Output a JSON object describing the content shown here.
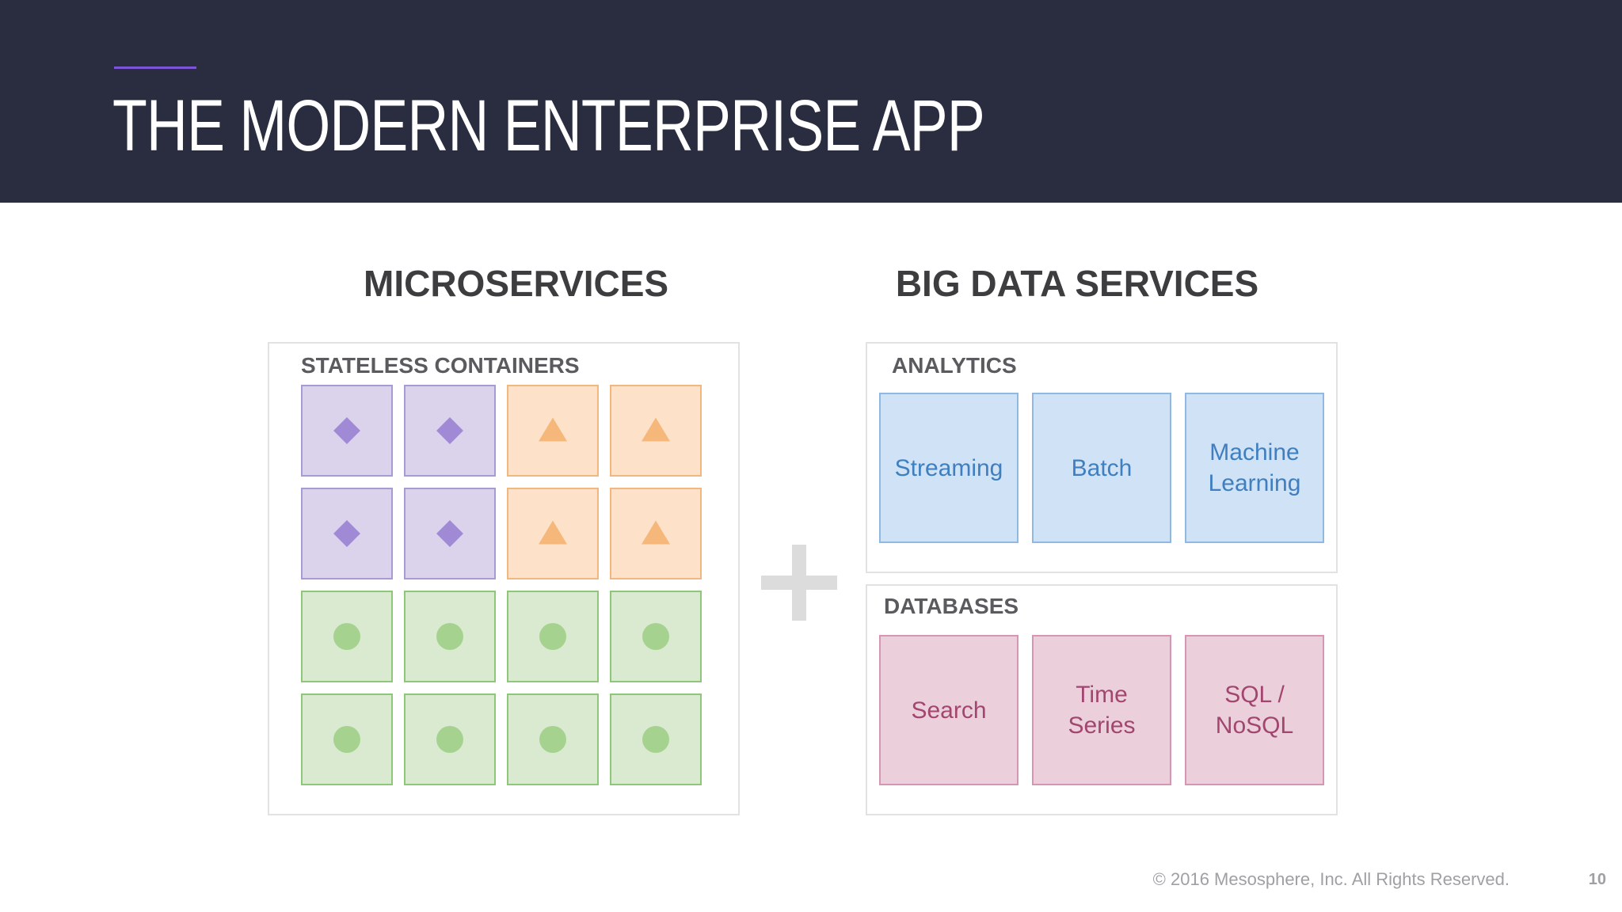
{
  "slide": {
    "title": "THE MODERN ENTERPRISE APP",
    "accent_color": "#7c55d6",
    "header_background": "#2a2c3f"
  },
  "microservices": {
    "heading": "MICROSERVICES",
    "panel_label": "STATELESS CONTAINERS",
    "grid": [
      [
        "diamond",
        "diamond",
        "triangle",
        "triangle"
      ],
      [
        "diamond",
        "diamond",
        "triangle",
        "triangle"
      ],
      [
        "circle",
        "circle",
        "circle",
        "circle"
      ],
      [
        "circle",
        "circle",
        "circle",
        "circle"
      ]
    ],
    "shape_colors": {
      "diamond": "#a08ad6",
      "triangle": "#f6b77a",
      "circle": "#a6d28f"
    }
  },
  "connector": {
    "symbol": "plus-icon"
  },
  "big_data": {
    "heading": "BIG DATA SERVICES",
    "analytics": {
      "label": "ANALYTICS",
      "items": [
        "Streaming",
        "Batch",
        "Machine Learning"
      ],
      "color": "#3f7fbf"
    },
    "databases": {
      "label": "DATABASES",
      "items": [
        "Search",
        "Time Series",
        "SQL / NoSQL"
      ],
      "color": "#a2466f"
    }
  },
  "footer": {
    "copyright": "© 2016 Mesosphere, Inc. All Rights Reserved.",
    "page_number": "10"
  }
}
